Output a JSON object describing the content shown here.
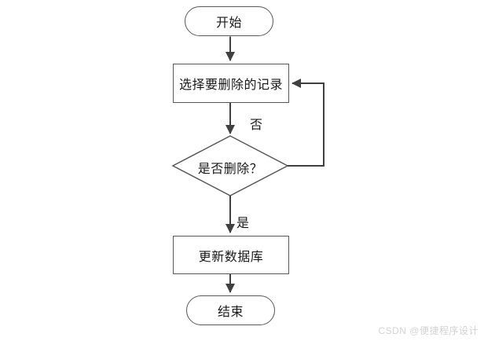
{
  "flowchart": {
    "title_hint": "delete-record-flowchart",
    "nodes": {
      "start": {
        "type": "terminator",
        "label": "开始"
      },
      "select": {
        "type": "process",
        "label": "选择要删除的记录"
      },
      "decision": {
        "type": "decision",
        "label": "是否删除？"
      },
      "update": {
        "type": "process",
        "label": "更新数据库"
      },
      "end": {
        "type": "terminator",
        "label": "结束"
      }
    },
    "edge_labels": {
      "no": "否",
      "yes": "是"
    },
    "colors": {
      "connector": "#404040",
      "shape_border": "#595959",
      "text": "#1a1a1a",
      "background": "#ffffff",
      "watermark_text": "#d3d3d3"
    }
  },
  "watermark": {
    "text": "CSDN @便捷程序设计"
  }
}
